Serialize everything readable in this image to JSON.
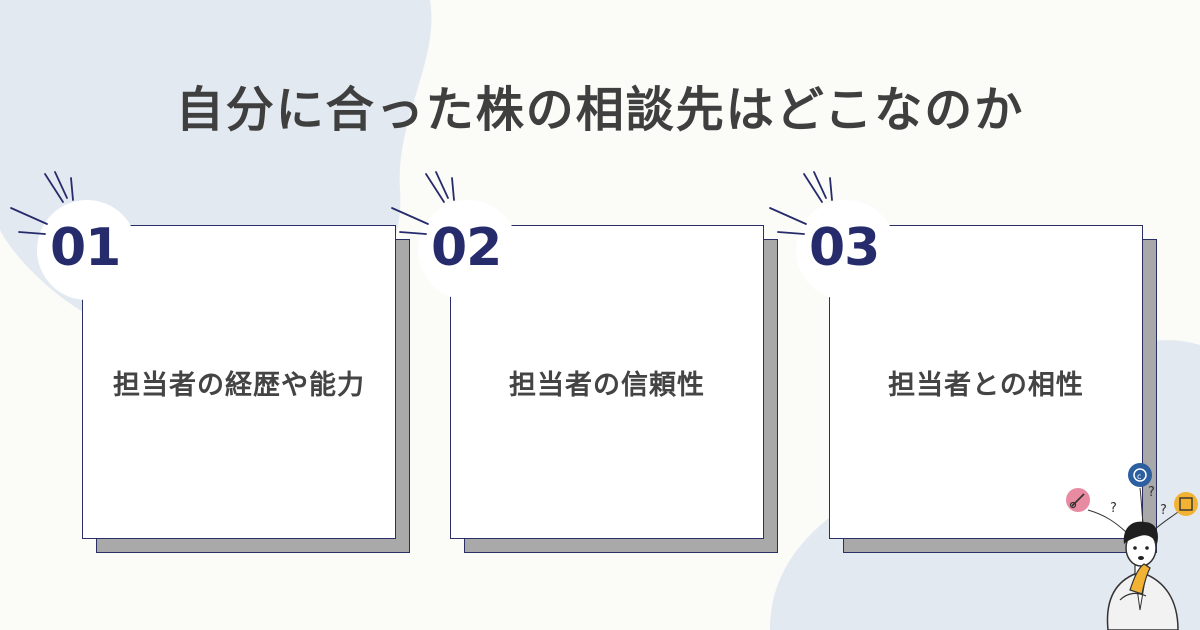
{
  "title": "自分に合った株の相談先はどこなのか",
  "colors": {
    "background": "#fbfbf8",
    "blob": "#e3e9f0",
    "navy": "#262c6b",
    "card_border": "#2a2f66",
    "card_shadow": "#a9a9a9",
    "text": "#444444"
  },
  "cards": [
    {
      "number": "01",
      "label": "担当者の経歴や能力"
    },
    {
      "number": "02",
      "label": "担当者の信頼性"
    },
    {
      "number": "03",
      "label": "担当者との相性"
    }
  ],
  "illustration": {
    "icons": [
      "brush-icon",
      "copyright-icon",
      "crop-frame-icon"
    ],
    "marks": [
      "?",
      "?",
      "?"
    ]
  }
}
